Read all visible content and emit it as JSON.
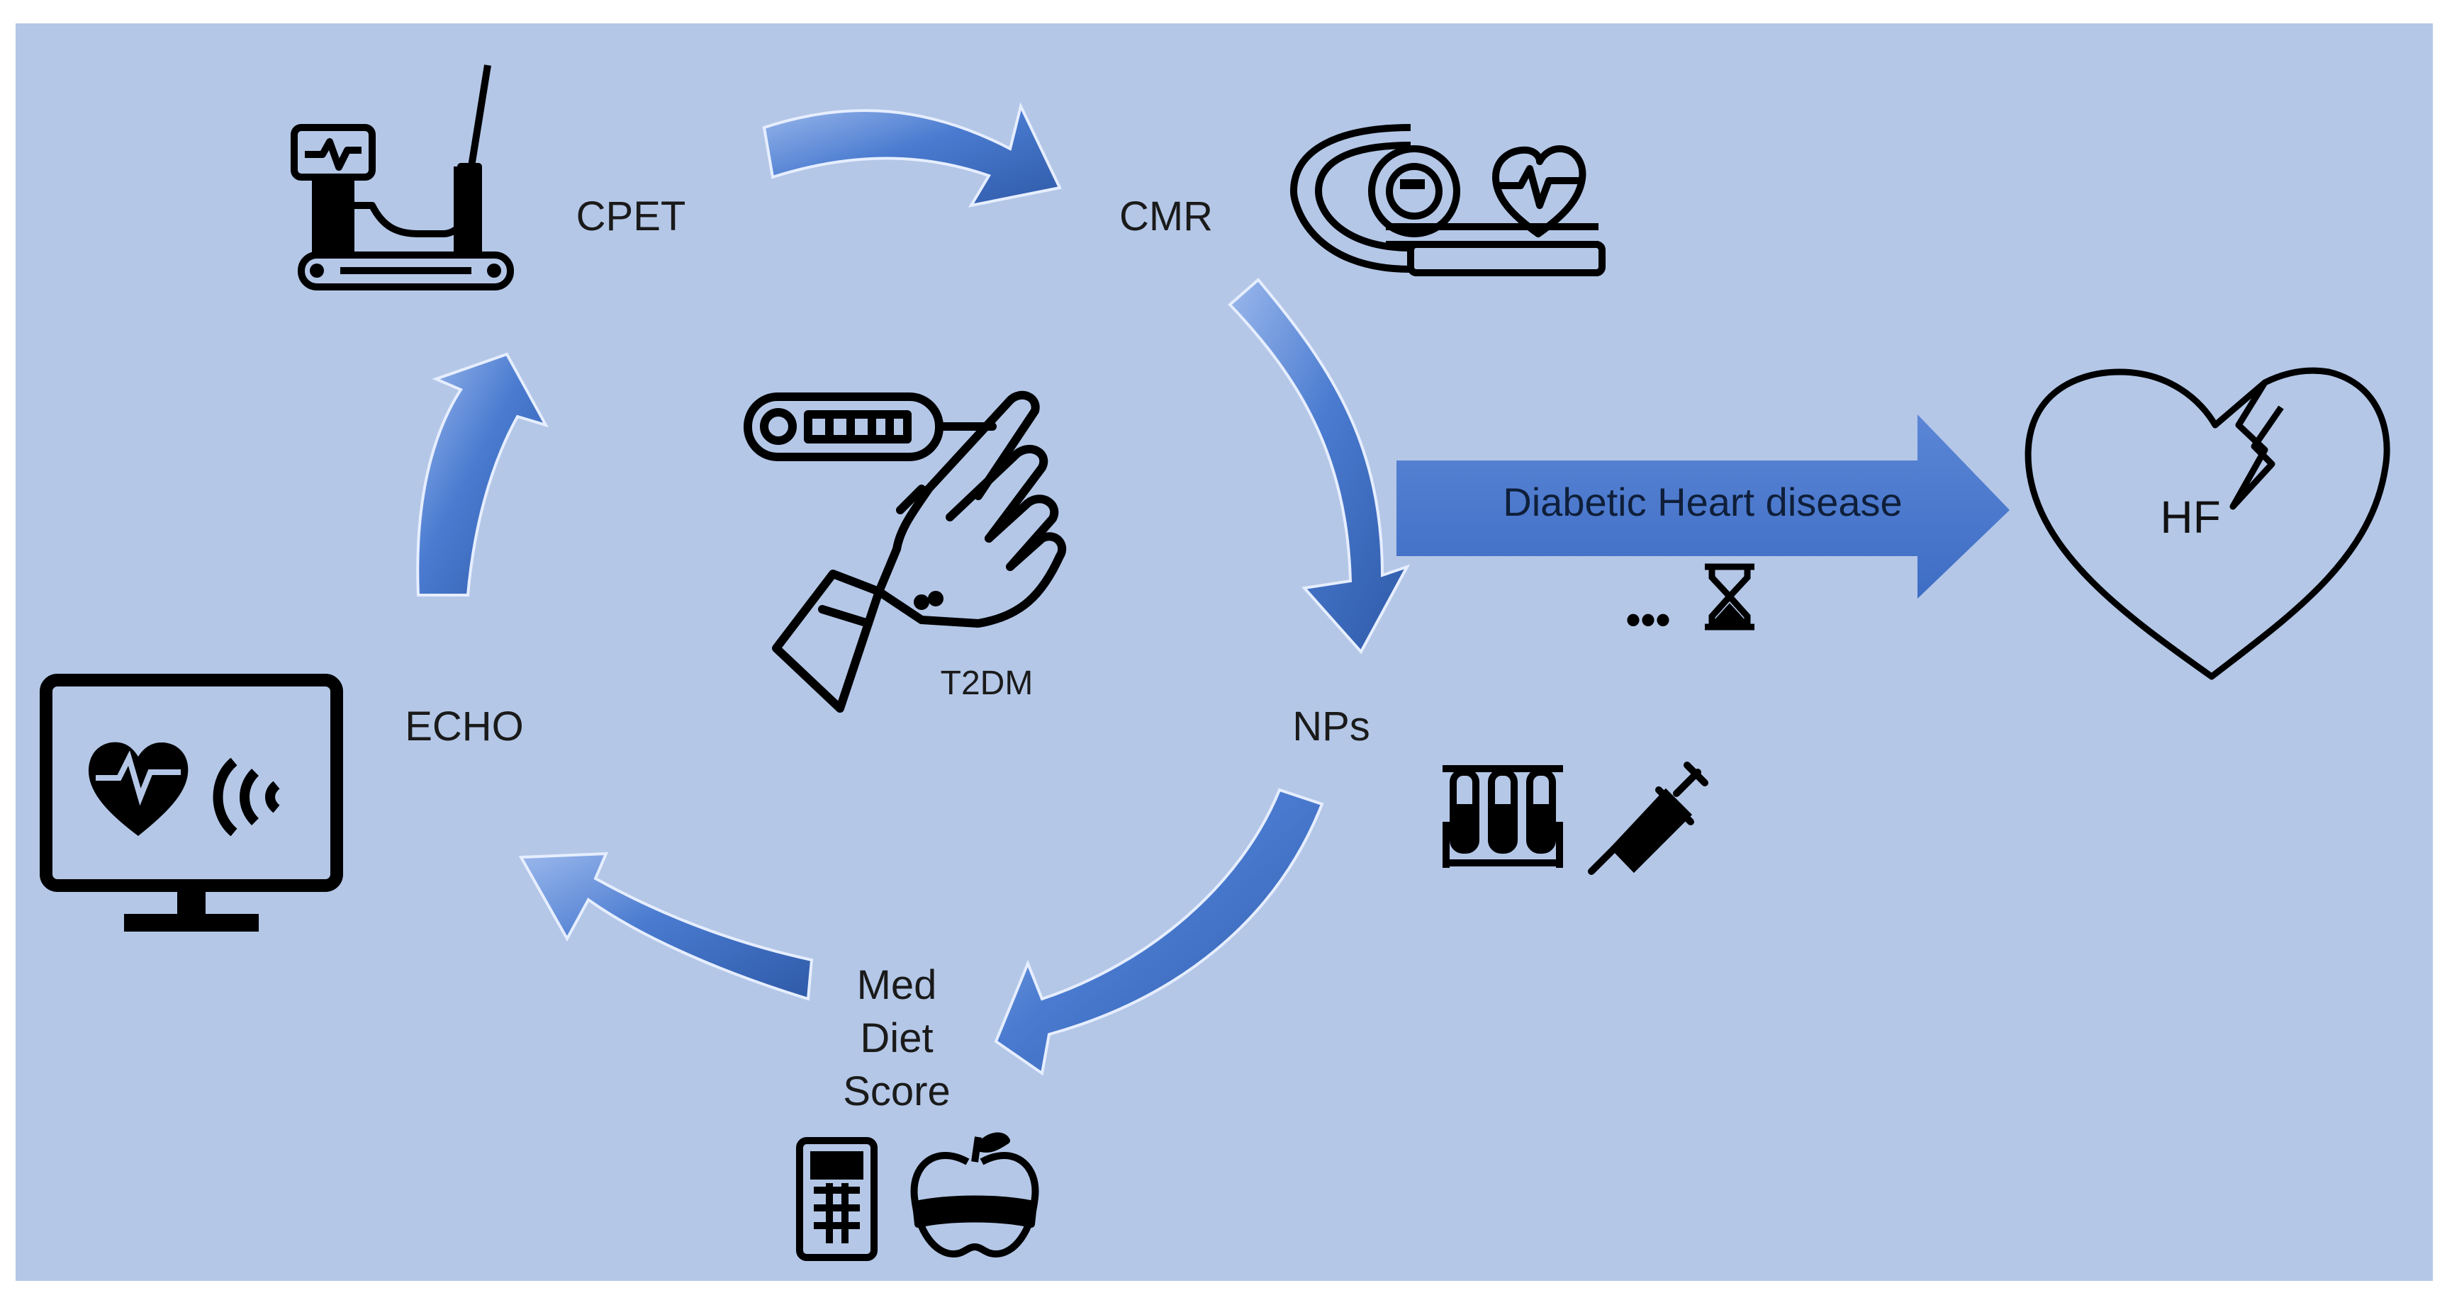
{
  "colors": {
    "background": "#b4c7e7",
    "arrow_fill": "#4a7bd0",
    "arrow_dark": "#2f5aa8",
    "arrow_light": "#9bb8ec",
    "icon_stroke": "#000000",
    "text": "#1a1a1a"
  },
  "labels": {
    "cpet": "CPET",
    "cmr": "CMR",
    "nps": "NPs",
    "med_diet_line1": "Med",
    "med_diet_line2": "Diet",
    "med_diet_line3": "Score",
    "echo": "ECHO",
    "t2dm": "T2DM",
    "diabetic_heart_disease": "Diabetic Heart disease",
    "hf": "HF",
    "ellipsis": "•••"
  },
  "icons": {
    "cpet": "treadmill-icon",
    "cmr": "mri-scanner-icon",
    "cmr_heart": "heart-pulse-icon",
    "nps": "test-tubes-icon",
    "nps_syringe": "syringe-icon",
    "med_diet": "calculator-icon",
    "med_diet_apple": "apple-measure-icon",
    "echo": "echo-monitor-icon",
    "t2dm": "glucose-test-hand-icon",
    "time": "hourglass-icon",
    "hf": "broken-heart-icon"
  }
}
